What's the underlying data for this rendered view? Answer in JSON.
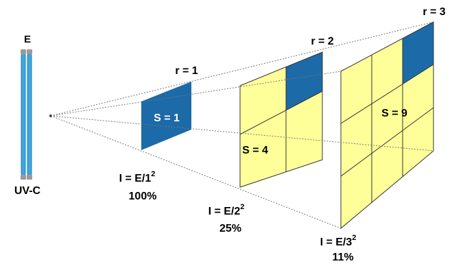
{
  "source": {
    "label": "E",
    "name": "UV-C"
  },
  "colors": {
    "tube": "#3fa6de",
    "tube_dark": "#1f7fb8",
    "blue_panel": "#1c6aa8",
    "yellow_panel": "#ffff99",
    "panel_edge": "#333333",
    "ray": "#777777",
    "label_white": "#ffffff",
    "text": "#000000"
  },
  "surfaces": [
    {
      "r": "r = 1",
      "s": "S = 1",
      "i_base": "I = E/1",
      "i_exp": "2",
      "percent": "100%"
    },
    {
      "r": "r = 2",
      "s": "S = 4",
      "i_base": "I = E/2",
      "i_exp": "2",
      "percent": "25%"
    },
    {
      "r": "r = 3",
      "s": "S = 9",
      "i_base": "I = E/3",
      "i_exp": "2",
      "percent": "11%"
    }
  ]
}
